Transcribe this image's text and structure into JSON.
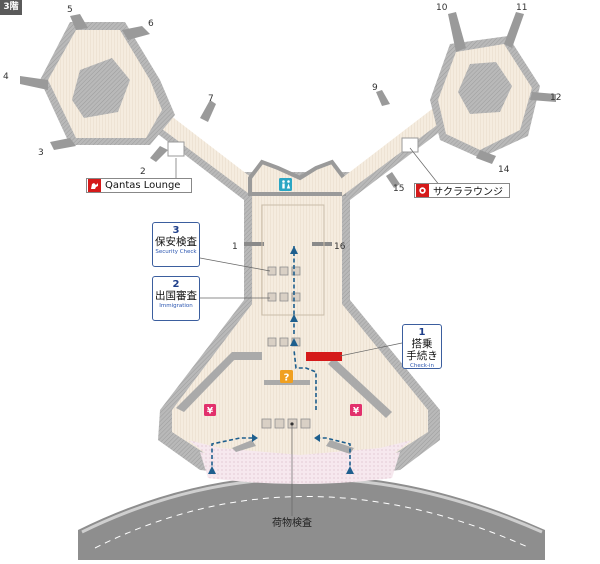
{
  "floor": "3階",
  "gates": {
    "g1": "1",
    "g2": "2",
    "g3": "3",
    "g4": "4",
    "g5": "5",
    "g6": "6",
    "g7": "7",
    "g9": "9",
    "g10": "10",
    "g11": "11",
    "g12": "12",
    "g14": "14",
    "g15": "15",
    "g16": "16"
  },
  "lounges": {
    "qantas": "Qantas Lounge",
    "sakura": "サクララウンジ"
  },
  "steps": [
    {
      "num": "3",
      "jp": "保安検査",
      "en": "Security Check"
    },
    {
      "num": "2",
      "jp": "出国審査",
      "en": "Immigration"
    },
    {
      "num": "1",
      "jp": "搭乗\n手続き",
      "en": "Check-in"
    }
  ],
  "checkin_label_line1": "搭乗",
  "checkin_label_line2": "手続き",
  "baggage_check": "荷物検査",
  "icons": {
    "restroom": "restroom-icon",
    "information": "information-icon",
    "currency_left": "yen-icon",
    "currency_right": "yen-icon"
  },
  "colors": {
    "floor_fill": "#f3e9da",
    "wall": "#9a9a9a",
    "route": "#1e5f8e",
    "checkin_counter": "#d51a1a",
    "step_border": "#3b5e9e",
    "restroom_bg": "#2aa6c4",
    "info_bg": "#f0a020",
    "yen_bg": "#e2306c"
  }
}
